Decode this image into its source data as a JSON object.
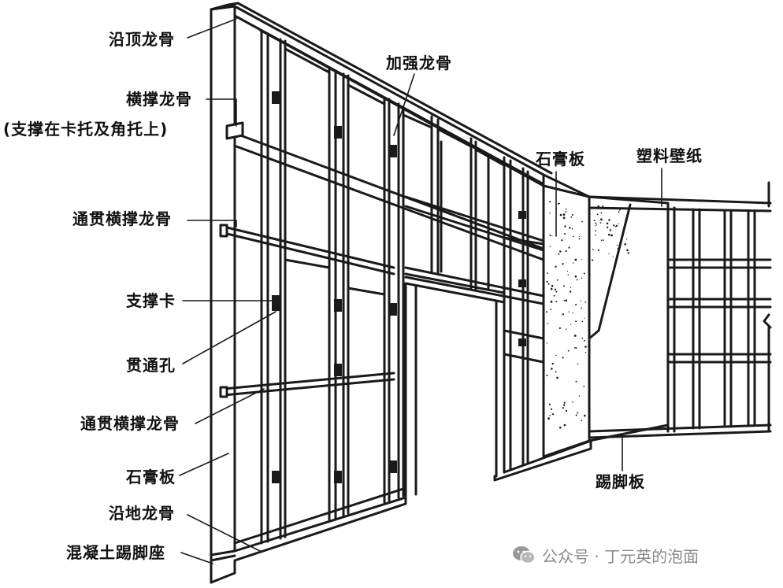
{
  "labels": {
    "top_track": "沿顶龙骨",
    "cross_brace": "横撑龙骨",
    "cross_brace_note": "(支撑在卡托及角托上)",
    "through_brace_1": "通贯横撑龙骨",
    "support_clip": "支撑卡",
    "through_hole": "贯通孔",
    "through_brace_2": "通贯横撑龙骨",
    "gypsum_left": "石膏板",
    "floor_track": "沿地龙骨",
    "concrete_base": "混凝土踢脚座",
    "reinforce_stud": "加强龙骨",
    "gypsum_right": "石膏板",
    "wallpaper": "塑料壁纸",
    "skirting": "踢脚板"
  },
  "watermark": {
    "text": "公众号 · 丁元英的泡面",
    "icon": "wechat-icon"
  },
  "colors": {
    "line": "#1a1a1a",
    "label": "#111111",
    "watermark": "#8a8a8a"
  }
}
